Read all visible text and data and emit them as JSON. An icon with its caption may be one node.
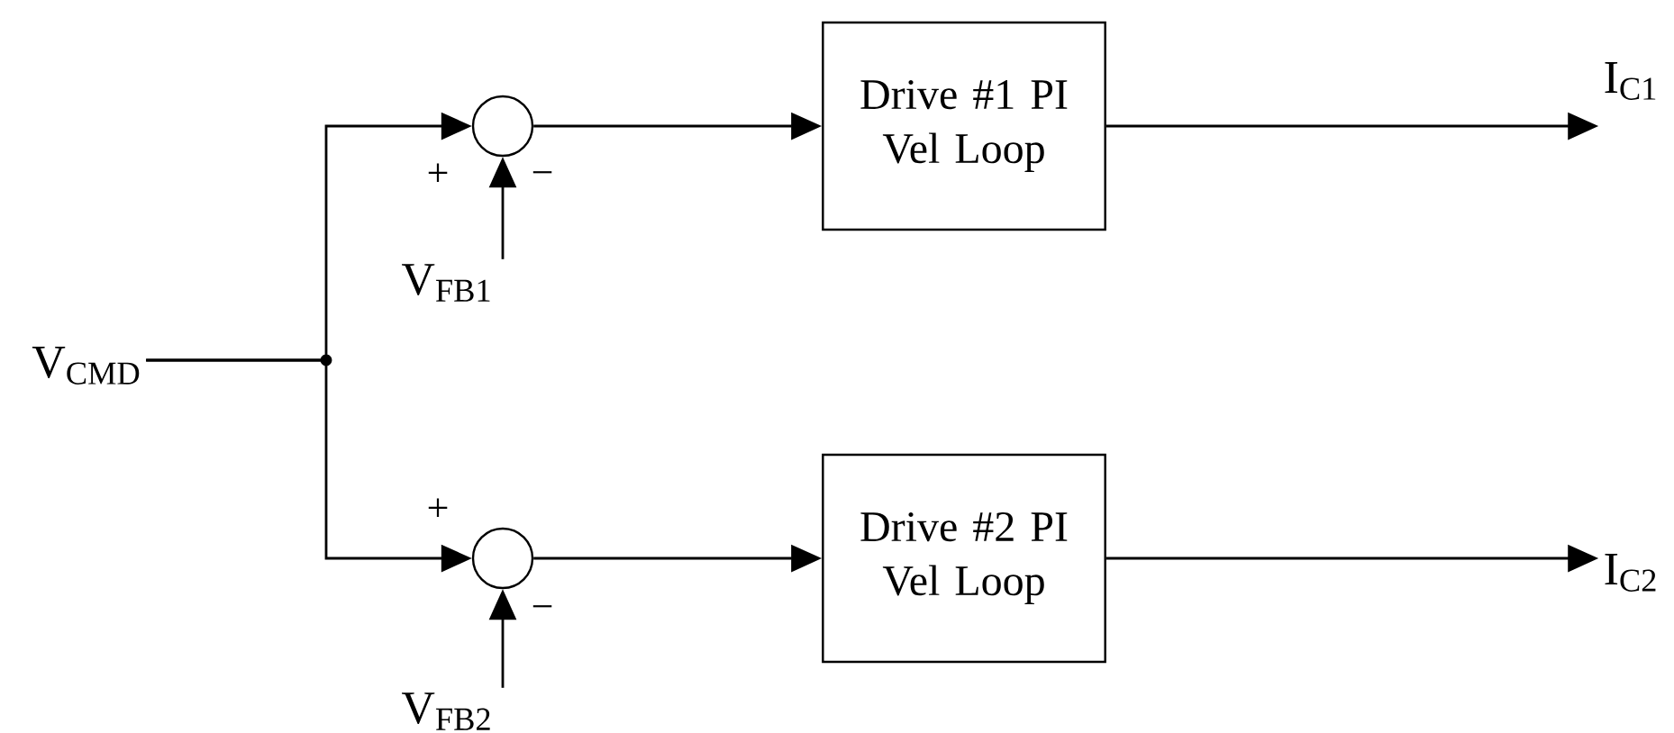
{
  "diagram": {
    "nodes": [
      {
        "text": [
          "V$_{CMD}$"
        ]
      },
      {
        "text": [],
        "shape": "circle"
      },
      {
        "text": [
          "Drive #1 PI Vel Loop"
        ]
      },
      {
        "text": [
          "I$_{C1}$"
        ]
      },
      {
        "text": [
          "V$_{FB1}$"
        ]
      },
      {
        "text": [],
        "shape": "circle"
      },
      {
        "text": [
          "Drive #2 PI Vel Loop"
        ]
      },
      {
        "text": [
          "I$_{C2}$"
        ]
      },
      {
        "text": [
          "V$_{FB2}$"
        ]
      }
    ],
    "edges": [
      {
        "from": 0,
        "to": 1,
        "arrow": "to"
      },
      {
        "from": 0,
        "to": 5,
        "arrow": "to"
      },
      {
        "from": 1,
        "to": 2,
        "arrow": "to"
      },
      {
        "from": 2,
        "to": 3,
        "arrow": "to"
      },
      {
        "from": 4,
        "to": 1,
        "arrow": "to"
      },
      {
        "from": 5,
        "to": 6,
        "arrow": "to"
      },
      {
        "from": 6,
        "to": 7,
        "arrow": "to"
      },
      {
        "from": 8,
        "to": 5,
        "arrow": "to"
      }
    ],
    "labels": [
      "+",
      "−",
      "+",
      "−"
    ]
  }
}
